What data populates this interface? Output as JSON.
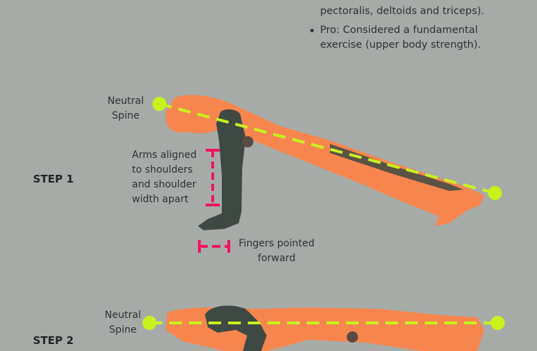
{
  "top_text": {
    "line0": "pectoralis, deltoids and triceps).",
    "bullet_pro_line1": "Pro: Considered a fundamental",
    "bullet_pro_line2": "exercise (upper body strength)."
  },
  "step1": {
    "label": "STEP 1",
    "neutral_spine": [
      "Neutral",
      "Spine"
    ],
    "arms_aligned": [
      "Arms aligned",
      "to shoulders",
      "and shoulder",
      "width apart"
    ],
    "fingers": [
      "Fingers pointed",
      "forward"
    ]
  },
  "step2": {
    "label": "STEP 2",
    "neutral_spine": [
      "Neutral",
      "Spine"
    ]
  },
  "colors": {
    "background": "#a7aba7",
    "body": "#f7864e",
    "limbs": "#3f4944",
    "spine_line": "#c8f21e",
    "marker": "#f0125f"
  }
}
